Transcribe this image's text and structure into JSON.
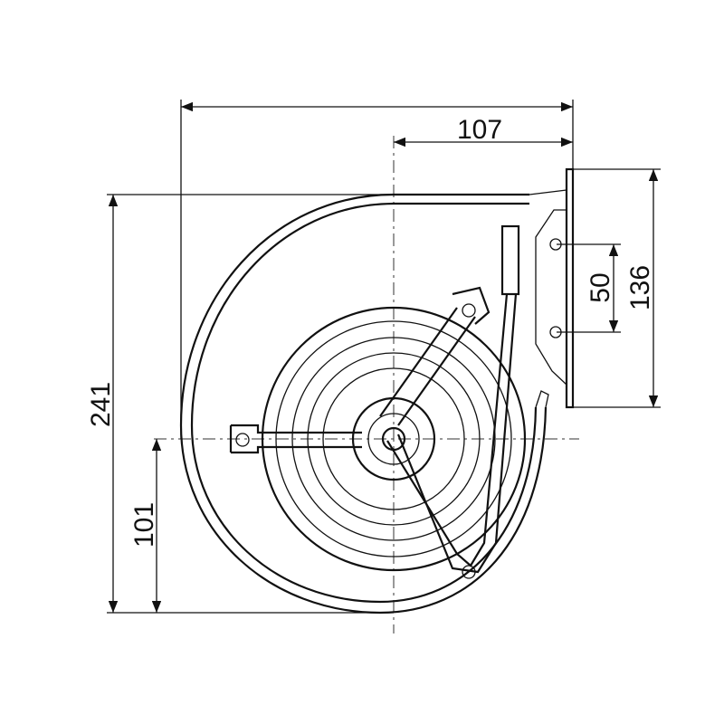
{
  "drawing": {
    "dimensions": {
      "width_offset": "107",
      "bracket_hole_spacing": "50",
      "bracket_height": "136",
      "total_height": "241",
      "center_height": "101"
    },
    "line_color": "#111111"
  }
}
